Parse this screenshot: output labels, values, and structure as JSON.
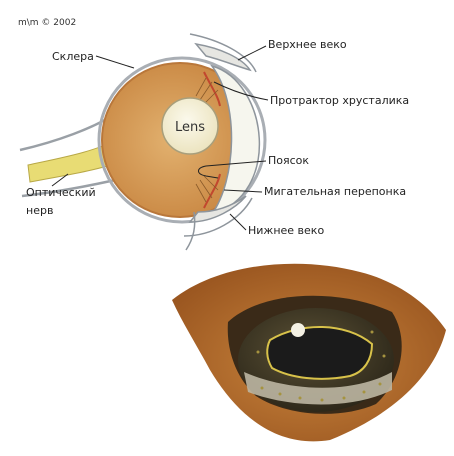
{
  "copyright": "m\\m © 2002",
  "lens_label": "Lens",
  "labels": {
    "sclera": "Склера",
    "upper_lid": "Верхнее веко",
    "lens_protractor": "Протрактор хрусталика",
    "zonule": "Поясок",
    "nictitating_membrane": "Мигательная перепонка",
    "lower_lid": "Нижнее веко",
    "optic_nerve_1": "Оптический",
    "optic_nerve_2": "нерв"
  },
  "colors": {
    "eyeball": "#d9a05f",
    "eyeball_edge": "#b9773a",
    "lens": "#f3efd8",
    "cornea": "#f6f6ee",
    "nerve": "#e8dc74",
    "skin": "#b06a2c",
    "pupil": "#1b1b1b",
    "leader": "#222222"
  }
}
